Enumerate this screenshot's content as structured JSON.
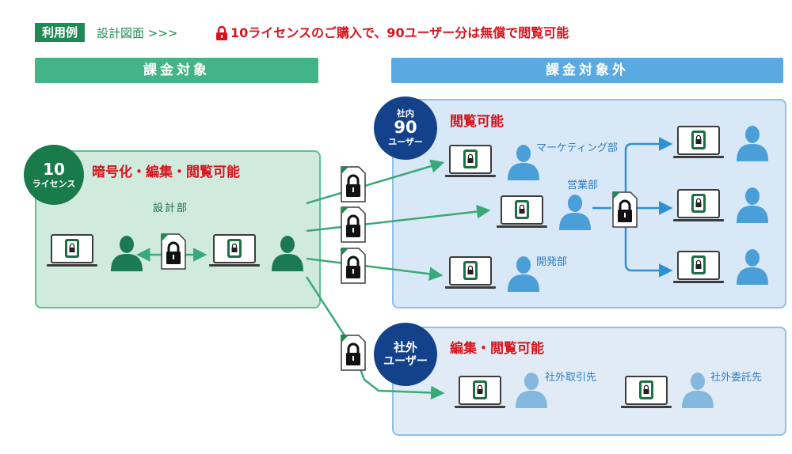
{
  "header": {
    "example_badge": "利用例",
    "subject": "設計図面 >>>",
    "headline": "10ライセンスのご購入で、90ユーザー分は無償で閲覧可能"
  },
  "sections": {
    "billed": "課金対象",
    "not_billed": "課金対象外"
  },
  "license_panel": {
    "count": "10",
    "unit": "ライセンス",
    "permission": "暗号化・編集・閲覧可能",
    "department": "設計部"
  },
  "internal_panel": {
    "badge_line1": "社内",
    "badge_line2": "90",
    "badge_line3": "ユーザー",
    "permission": "閲覧可能",
    "departments": [
      "マーケティング部",
      "営業部",
      "開発部"
    ]
  },
  "external_panel": {
    "badge_line1": "社外",
    "badge_line2": "ユーザー",
    "permission": "編集・閲覧可能",
    "partners": [
      "社外取引先",
      "社外委託先"
    ]
  },
  "colors": {
    "brand_green": "#1f8a55",
    "section_green": "#43b487",
    "section_blue": "#5aa9e0",
    "user_green": "#1c7a52",
    "user_blue": "#4a9fd8",
    "user_light_blue": "#84b8df",
    "accent_red": "#d7141d",
    "badge_navy": "#13428a"
  },
  "icons": [
    "lock-icon",
    "laptop-icon",
    "user-icon",
    "locked-document-icon",
    "arrow-icon"
  ]
}
